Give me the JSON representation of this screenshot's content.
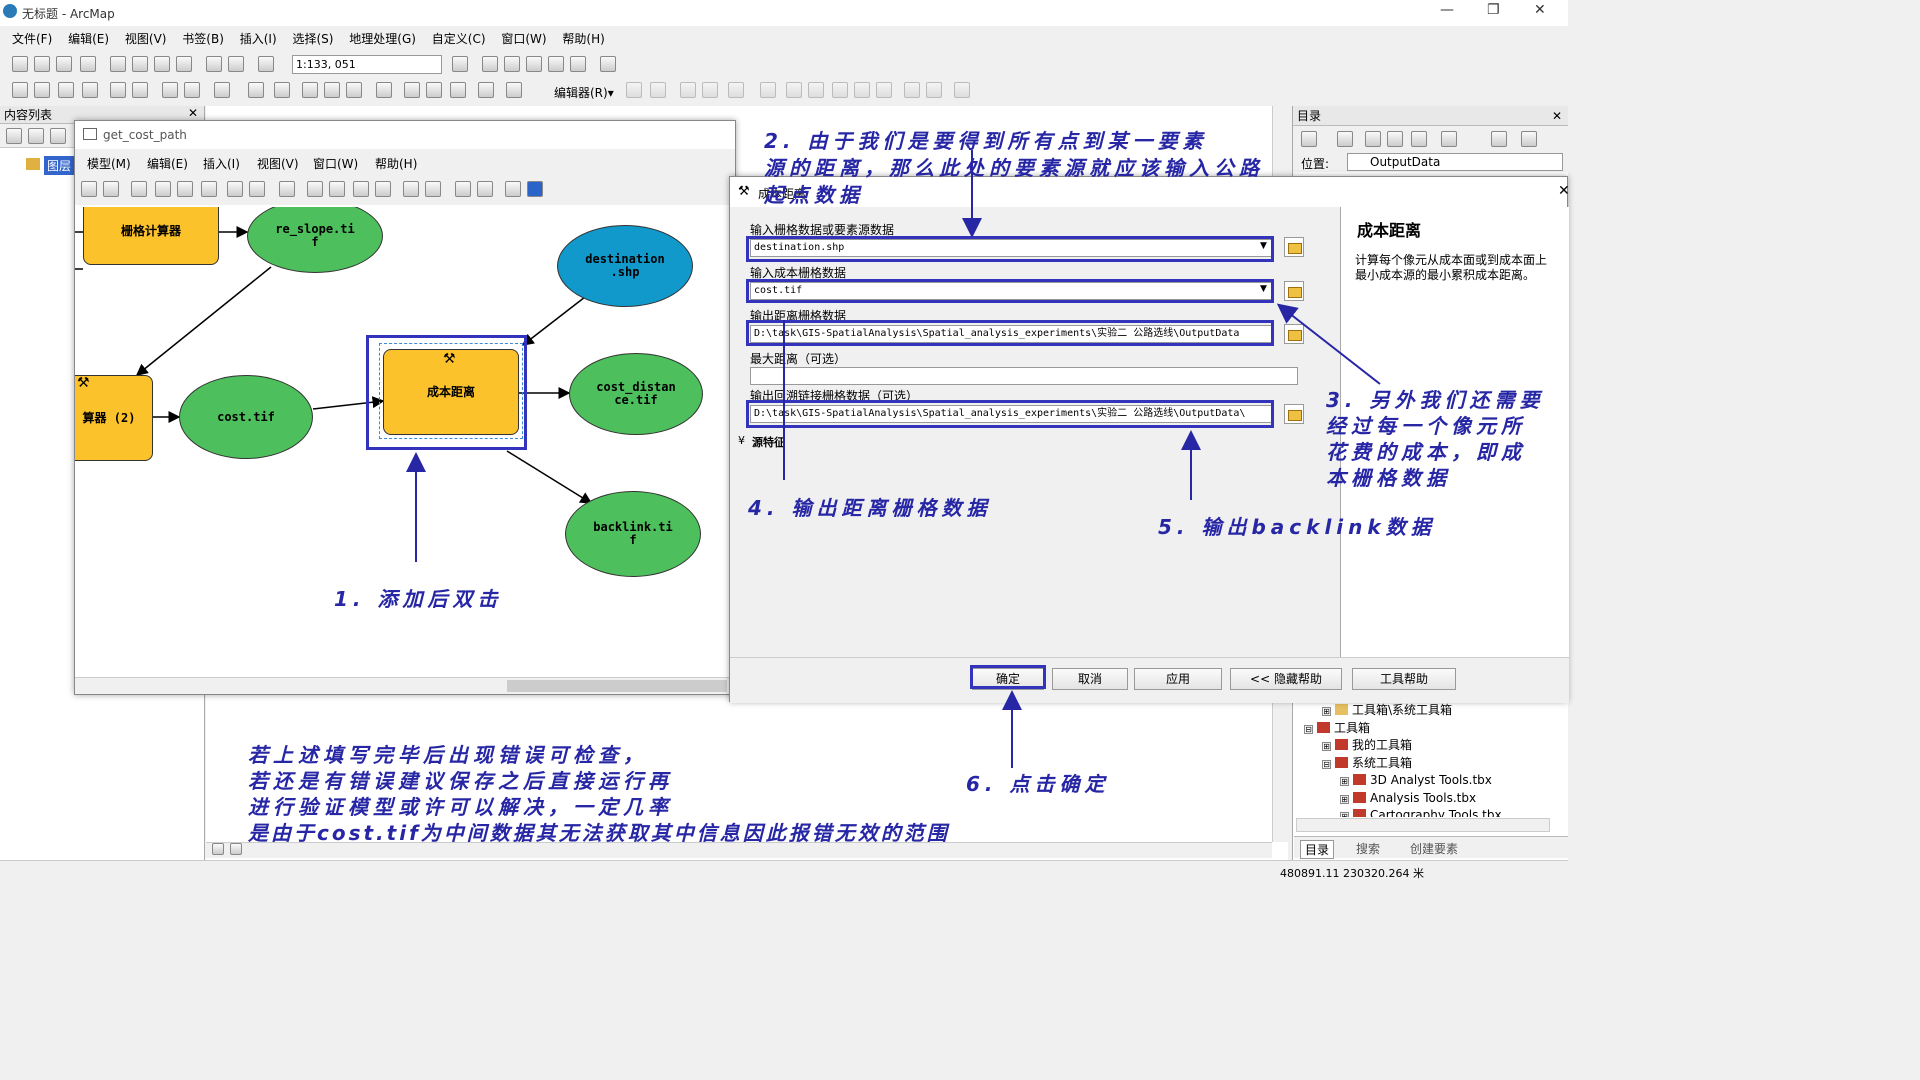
{
  "window": {
    "title": "无标题 - ArcMap",
    "minimize": "—",
    "restore": "❐",
    "close": "✕"
  },
  "menu": [
    "文件(F)",
    "编辑(E)",
    "视图(V)",
    "书签(B)",
    "插入(I)",
    "选择(S)",
    "地理处理(G)",
    "自定义(C)",
    "窗口(W)",
    "帮助(H)"
  ],
  "toolbar": {
    "scale": "1:133, 051",
    "editor": "编辑器(R)▾"
  },
  "toc": {
    "title": "内容列表",
    "layers": "图层"
  },
  "catalog": {
    "title": "目录",
    "location_label": "位置:",
    "location_value": "OutputData",
    "tree": [
      {
        "label": "工具箱\\系统工具箱",
        "expander": "⊞"
      },
      {
        "label": "工具箱",
        "expander": "⊟"
      },
      {
        "label": "我的工具箱",
        "expander": "⊞"
      },
      {
        "label": "系统工具箱",
        "expander": "⊟"
      },
      {
        "label": "3D Analyst Tools.tbx",
        "expander": "⊞"
      },
      {
        "label": "Analysis Tools.tbx",
        "expander": "⊞"
      },
      {
        "label": "Cartography Tools.tbx",
        "expander": "⊞"
      }
    ],
    "tabs": [
      "目录",
      "搜索",
      "创建要素"
    ]
  },
  "model": {
    "title": "get_cost_path",
    "menu": [
      "模型(M)",
      "编辑(E)",
      "插入(I)",
      "视图(V)",
      "窗口(W)",
      "帮助(H)"
    ],
    "nodes": {
      "raster_calc": "栅格计算器",
      "re_slope": "re_slope.ti\nf",
      "destination": "destination\n.shp",
      "raster_calc2": "算器 (2)",
      "cost": "cost.tif",
      "cost_distance": "成本距离",
      "cost_dist_out": "cost_distan\nce.tif",
      "backlink": "backlink.ti\nf"
    }
  },
  "dialog": {
    "title": "成本距离",
    "close": "✕",
    "label_input": "输入栅格数据或要素源数据",
    "value_input": "destination.shp",
    "label_cost": "输入成本栅格数据",
    "value_cost": "cost.tif",
    "label_out": "输出距离栅格数据",
    "value_out": "D:\\task\\GIS-SpatialAnalysis\\Spatial_analysis_experiments\\实验二 公路选线\\OutputData",
    "label_max": "最大距离（可选）",
    "value_max": "",
    "label_backlink": "输出回溯链接栅格数据（可选）",
    "value_backlink": "D:\\task\\GIS-SpatialAnalysis\\Spatial_analysis_experiments\\实验二 公路选线\\OutputData\\",
    "source_features": "源特征",
    "help_title": "成本距离",
    "help_text": "计算每个像元从成本面或到成本面上最小成本源的最小累积成本距离。",
    "buttons": {
      "ok": "确定",
      "cancel": "取消",
      "apply": "应用",
      "hide_help": "<< 隐藏帮助",
      "tool_help": "工具帮助"
    }
  },
  "annotations": {
    "a1": "1. 添加后双击",
    "a2_l1": "2. 由于我们是要得到所有点到某一要素",
    "a2_l2": "源的距离，那么此处的要素源就应该输入公路",
    "a2_l3": "起点数据",
    "a3_l1": "3. 另外我们还需要",
    "a3_l2": "经过每一个像元所",
    "a3_l3": "花费的成本，即成",
    "a3_l4": "本栅格数据",
    "a4": "4. 输出距离栅格数据",
    "a5": "5. 输出backlink数据",
    "a6": "6. 点击确定",
    "note_l1": "若上述填写完毕后出现错误可检查，",
    "note_l2": "若还是有错误建议保存之后直接运行再",
    "note_l3": "进行验证模型或许可以解决，一定几率",
    "note_l4": "是由于cost.tif为中间数据其无法获取其中信息因此报错无效的范围"
  },
  "status": {
    "coords": "480891.11  230320.264 米"
  },
  "colors": {
    "annotation": "#2727a6",
    "highlight": "#3333bb",
    "green_node": "#4dbf5c",
    "blue_node": "#1199cc",
    "yellow_node": "#fcc22c"
  }
}
